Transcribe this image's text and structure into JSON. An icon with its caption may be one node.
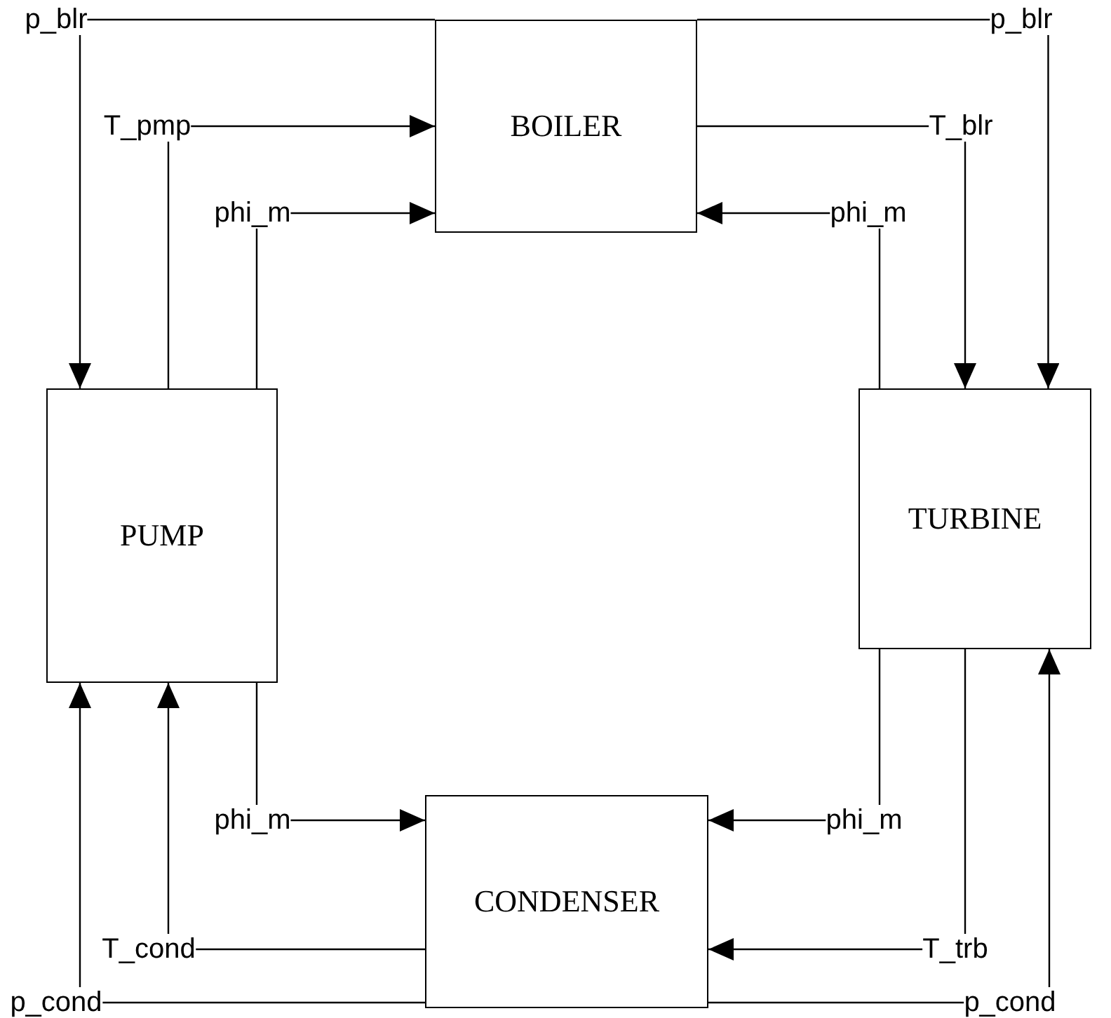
{
  "diagram": {
    "nodes": [
      {
        "text": [
          "BOILER"
        ]
      },
      {
        "text": [
          "PUMP"
        ]
      },
      {
        "text": [
          "TURBINE"
        ]
      },
      {
        "text": [
          "CONDENSER"
        ]
      },
      {
        "text": [
          "p_blr"
        ]
      },
      {
        "text": [
          "p_blr"
        ]
      },
      {
        "text": [
          "T_pmp"
        ]
      },
      {
        "text": [
          "T_blr"
        ]
      },
      {
        "text": [
          "phi_m"
        ]
      },
      {
        "text": [
          "phi_m"
        ]
      },
      {
        "text": [
          "phi_m"
        ]
      },
      {
        "text": [
          "phi_m"
        ]
      },
      {
        "text": [
          "T_cond"
        ]
      },
      {
        "text": [
          "T_trb"
        ]
      },
      {
        "text": [
          "p_cond"
        ]
      },
      {
        "text": [
          "p_cond"
        ]
      }
    ],
    "edges": [
      {
        "from": 0,
        "to": 4,
        "arrow": "none"
      },
      {
        "from": 4,
        "to": 1,
        "arrow": "to"
      },
      {
        "from": 0,
        "to": 5,
        "arrow": "none"
      },
      {
        "from": 5,
        "to": 2,
        "arrow": "to"
      },
      {
        "from": 1,
        "to": 6,
        "arrow": "none"
      },
      {
        "from": 6,
        "to": 0,
        "arrow": "to"
      },
      {
        "from": 0,
        "to": 7,
        "arrow": "none"
      },
      {
        "from": 7,
        "to": 2,
        "arrow": "to"
      },
      {
        "from": 1,
        "to": 8,
        "arrow": "none"
      },
      {
        "from": 8,
        "to": 0,
        "arrow": "to"
      },
      {
        "from": 2,
        "to": 9,
        "arrow": "none"
      },
      {
        "from": 9,
        "to": 0,
        "arrow": "to"
      },
      {
        "from": 1,
        "to": 10,
        "arrow": "none"
      },
      {
        "from": 10,
        "to": 3,
        "arrow": "to"
      },
      {
        "from": 2,
        "to": 11,
        "arrow": "none"
      },
      {
        "from": 11,
        "to": 3,
        "arrow": "to"
      },
      {
        "from": 3,
        "to": 12,
        "arrow": "none"
      },
      {
        "from": 12,
        "to": 1,
        "arrow": "to"
      },
      {
        "from": 2,
        "to": 13,
        "arrow": "none"
      },
      {
        "from": 13,
        "to": 3,
        "arrow": "to"
      },
      {
        "from": 3,
        "to": 14,
        "arrow": "none"
      },
      {
        "from": 14,
        "to": 1,
        "arrow": "to"
      },
      {
        "from": 3,
        "to": 15,
        "arrow": "none"
      },
      {
        "from": 15,
        "to": 2,
        "arrow": "to"
      }
    ]
  }
}
